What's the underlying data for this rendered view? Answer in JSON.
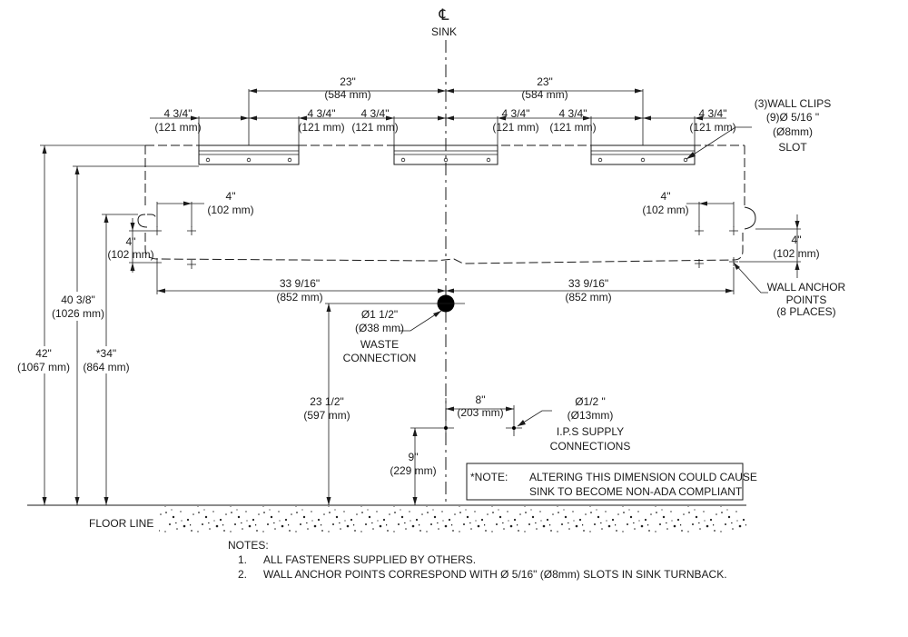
{
  "centerline": {
    "symbol": "℄",
    "label": "SINK"
  },
  "dims": {
    "top_left_23": {
      "in": "23\"",
      "mm": "(584 mm)"
    },
    "top_right_23": {
      "in": "23\"",
      "mm": "(584 mm)"
    },
    "clip_segments": [
      {
        "in": "4 3/4\"",
        "mm": "(121 mm)"
      },
      {
        "in": "4 3/4\"",
        "mm": "(121 mm)"
      },
      {
        "in": "4 3/4\"",
        "mm": "(121 mm)"
      },
      {
        "in": "4 3/4\"",
        "mm": "(121 mm)"
      },
      {
        "in": "4 3/4\"",
        "mm": "(121 mm)"
      },
      {
        "in": "4 3/4\"",
        "mm": "(121 mm)"
      }
    ],
    "left_4_h": {
      "in": "4\"",
      "mm": "(102 mm)"
    },
    "left_4_v": {
      "in": "4\"",
      "mm": "(102 mm)"
    },
    "right_4_h": {
      "in": "4\"",
      "mm": "(102 mm)"
    },
    "right_4_v": {
      "in": "4\"",
      "mm": "(102 mm)"
    },
    "left_33": {
      "in": "33 9/16\"",
      "mm": "(852 mm)"
    },
    "right_33": {
      "in": "33 9/16\"",
      "mm": "(852 mm)"
    },
    "h42": {
      "in": "42\"",
      "mm": "(1067 mm)"
    },
    "h40": {
      "in": "40 3/8\"",
      "mm": "(1026 mm)"
    },
    "h34": {
      "in": "*34\"",
      "mm": "(864 mm)"
    },
    "h23": {
      "in": "23 1/2\"",
      "mm": "(597 mm)"
    },
    "h9": {
      "in": "9\"",
      "mm": "(229 mm)"
    },
    "w8": {
      "in": "8\"",
      "mm": "(203 mm)"
    }
  },
  "callouts": {
    "wall_clips": [
      "(3)WALL CLIPS",
      "(9)Ø 5/16 \"",
      "(Ø8mm)",
      "SLOT"
    ],
    "anchor_points": [
      "WALL ANCHOR",
      "POINTS",
      "(8 PLACES)"
    ],
    "waste": [
      "Ø1  1/2\"",
      "(Ø38 mm)",
      "WASTE",
      "CONNECTION"
    ],
    "supply": [
      "Ø1/2 \"",
      "(Ø13mm)",
      "I.P.S SUPPLY",
      "CONNECTIONS"
    ]
  },
  "note_box": {
    "label": "*NOTE:",
    "line1": "ALTERING THIS DIMENSION COULD CAUSE",
    "line2": "SINK TO BECOME NON-ADA COMPLIANT"
  },
  "floor_label": "FLOOR LINE",
  "notes": {
    "heading": "NOTES:",
    "items": [
      {
        "num": "1.",
        "text": "ALL FASTENERS SUPPLIED BY OTHERS."
      },
      {
        "num": "2.",
        "text": "WALL ANCHOR POINTS CORRESPOND WITH Ø 5/16\" (Ø8mm) SLOTS IN SINK TURNBACK."
      }
    ]
  }
}
